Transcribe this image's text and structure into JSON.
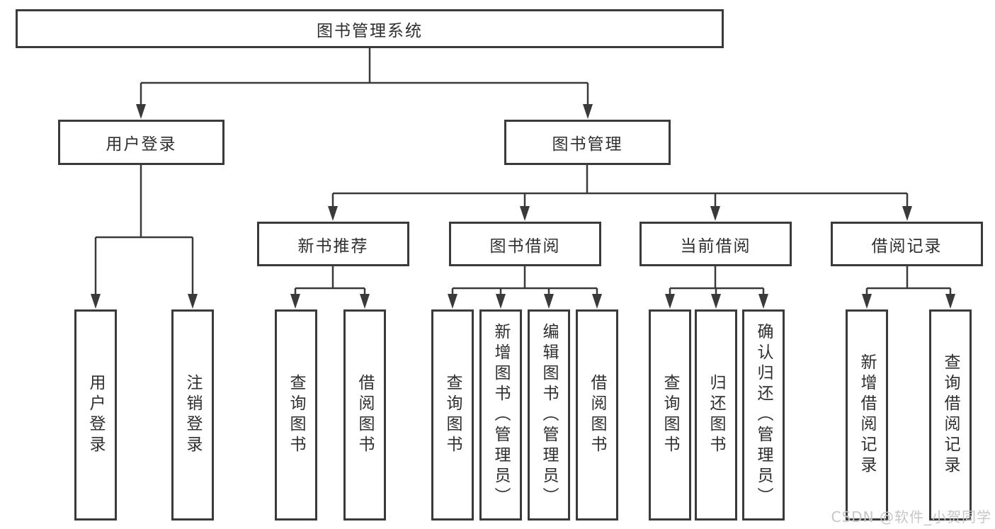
{
  "diagram_title": "图书管理系统",
  "tree": {
    "label": "图书管理系统",
    "children": [
      {
        "label": "用户登录",
        "children": [
          {
            "label": "用户登录"
          },
          {
            "label": "注销登录"
          }
        ]
      },
      {
        "label": "图书管理",
        "children": [
          {
            "label": "新书推荐",
            "children": [
              {
                "label": "查询图书"
              },
              {
                "label": "借阅图书"
              }
            ]
          },
          {
            "label": "图书借阅",
            "children": [
              {
                "label": "查询图书"
              },
              {
                "label": "新增图书（管理员）"
              },
              {
                "label": "编辑图书（管理员）"
              },
              {
                "label": "借阅图书"
              }
            ]
          },
          {
            "label": "当前借阅",
            "children": [
              {
                "label": "查询图书"
              },
              {
                "label": "归还图书"
              },
              {
                "label": "确认归还（管理员）"
              }
            ]
          },
          {
            "label": "借阅记录",
            "children": [
              {
                "label": "新增借阅记录"
              },
              {
                "label": "查询借阅记录"
              }
            ]
          }
        ]
      }
    ]
  },
  "watermark": {
    "text": "CSDN @软件_小贺同学"
  },
  "colors": {
    "line": "#3a3a3a",
    "text": "#2f2f2f",
    "background": "#ffffff",
    "watermark": "#c6c6c6"
  }
}
